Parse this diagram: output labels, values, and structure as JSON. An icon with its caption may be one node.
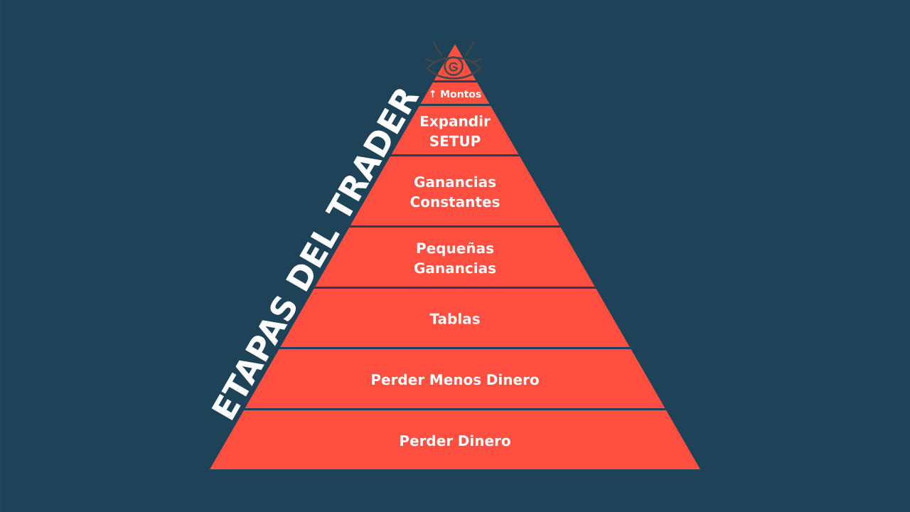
{
  "diagram": {
    "title": "ETAPAS DEL TRADER",
    "nodes": [
      {
        "text": [],
        "shape": "triangle"
      },
      {
        "text": [
          "↑ Montos"
        ]
      },
      {
        "text": [
          "Expandir SETUP"
        ]
      },
      {
        "text": [
          "Ganancias Constantes"
        ]
      },
      {
        "text": [
          "Pequeñas Ganancias"
        ]
      },
      {
        "text": [
          "Tablas"
        ]
      },
      {
        "text": [
          "Perder Menos Dinero"
        ]
      },
      {
        "text": [
          "Perder Dinero"
        ]
      }
    ]
  }
}
